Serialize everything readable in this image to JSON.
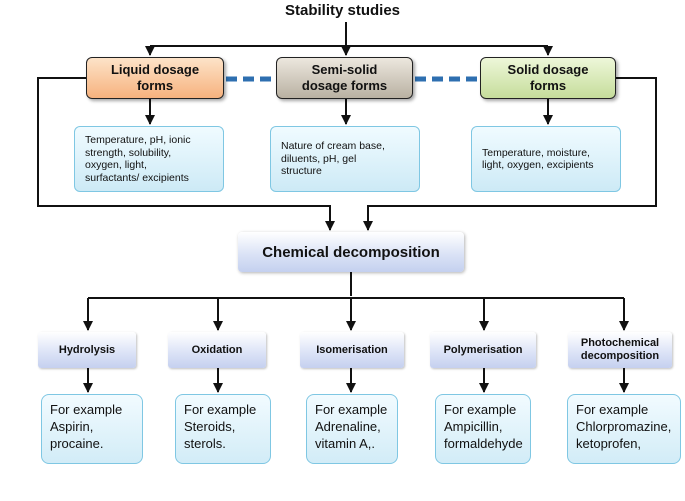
{
  "title": "Stability studies",
  "dosage_forms": [
    {
      "line1": "Liquid dosage",
      "line2": "forms"
    },
    {
      "line1": "Semi-solid",
      "line2": "dosage forms"
    },
    {
      "line1": "Solid dosage",
      "line2": "forms"
    }
  ],
  "factors": [
    {
      "lines": [
        "Temperature, pH, ionic",
        "strength, solubility,",
        "oxygen, light,",
        "surfactants/ excipients"
      ]
    },
    {
      "lines": [
        "Nature of cream base,",
        "diluents, pH, gel",
        "structure"
      ]
    },
    {
      "lines": [
        "Temperature, moisture,",
        "light, oxygen, excipients"
      ]
    }
  ],
  "central": "Chemical decomposition",
  "reactions": [
    {
      "line1": "Hydrolysis",
      "line2": ""
    },
    {
      "line1": "Oxidation",
      "line2": ""
    },
    {
      "line1": "Isomerisation",
      "line2": ""
    },
    {
      "line1": "Polymerisation",
      "line2": ""
    },
    {
      "line1": "Photochemical",
      "line2": "decomposition"
    }
  ],
  "examples": [
    {
      "lines": [
        "For example",
        "Aspirin,",
        "procaine."
      ]
    },
    {
      "lines": [
        "For example",
        "Steroids,",
        "sterols."
      ]
    },
    {
      "lines": [
        "For example",
        "Adrenaline,",
        "vitamin A,."
      ]
    },
    {
      "lines": [
        "For example",
        "Ampicillin,",
        "formaldehyde"
      ]
    },
    {
      "lines": [
        "For example",
        "Chlorpromazine,",
        "ketoprofen,"
      ]
    }
  ],
  "colors": {
    "line": "#111111",
    "dash": "#2e6fb0",
    "liquid": "#f6b27e",
    "semi_solid": "#b9b1a2",
    "solid": "#c6dd9b",
    "factor_box": "#cdeaf6",
    "reaction_box": "#c5d0ef"
  }
}
